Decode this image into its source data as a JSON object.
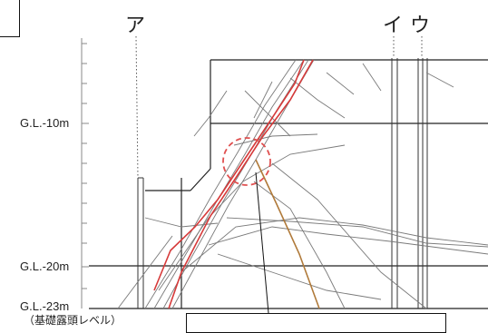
{
  "markers": {
    "a": "ア",
    "i": "イ",
    "u": "ウ"
  },
  "depth_labels": {
    "gl_10": "G.L.-10m",
    "gl_20": "G.L.-20m",
    "gl_23": "G.L.-23m",
    "foundation_note": "（基礎露頭レベル）"
  },
  "colors": {
    "fault_trace": "#d63a3a",
    "lineation": "#b07a3a",
    "highlight_circle": "#e05050",
    "linework": "#555555",
    "frame": "#222222"
  }
}
